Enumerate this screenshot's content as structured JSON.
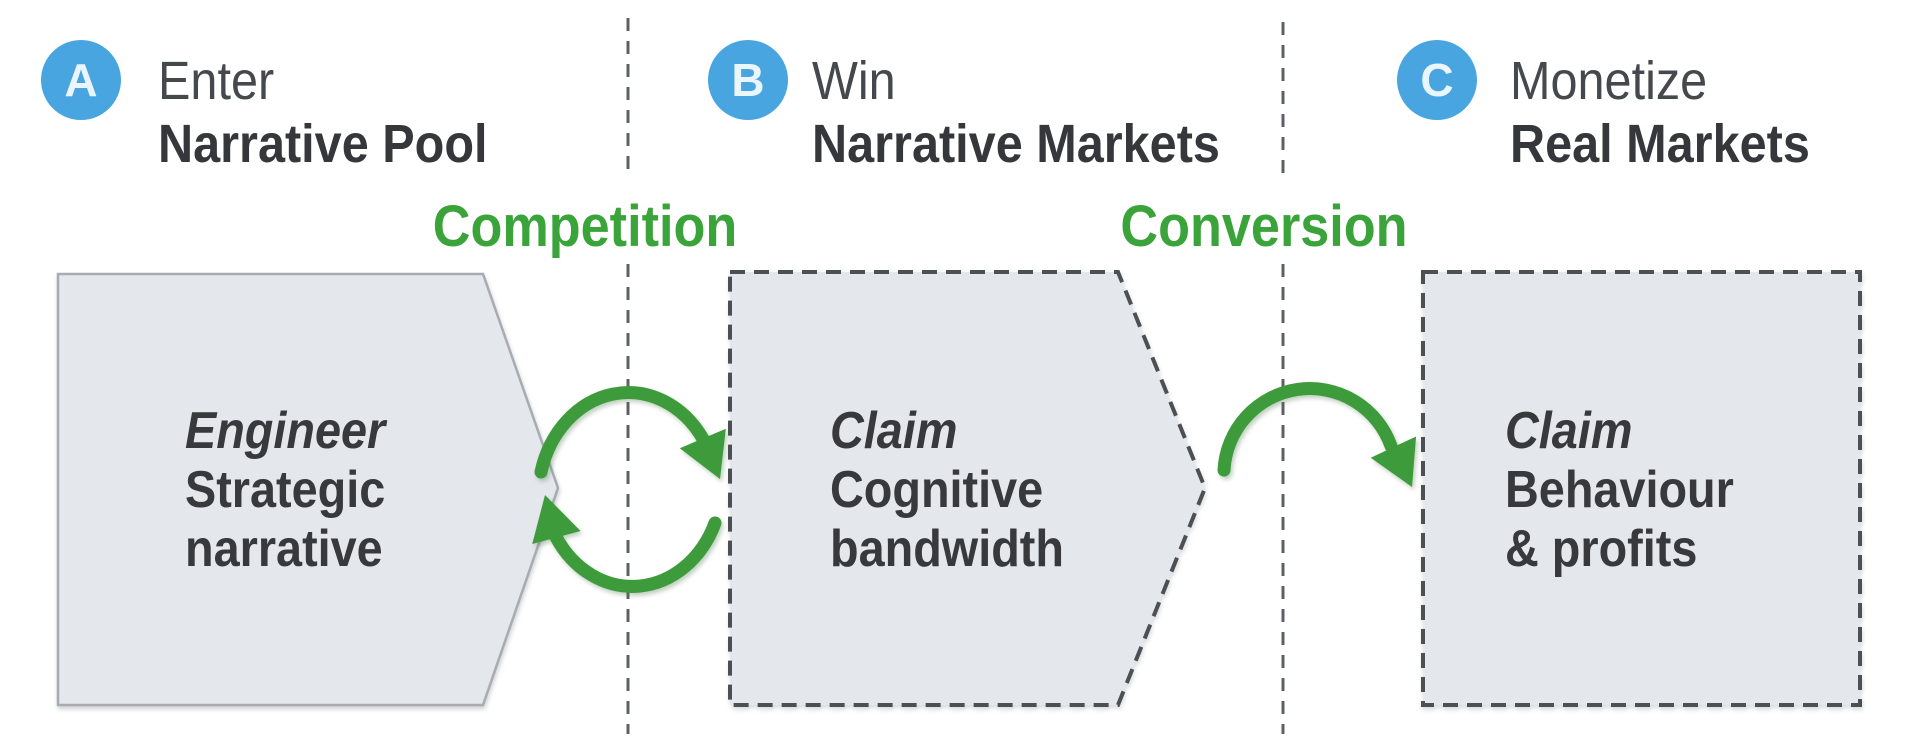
{
  "sections": [
    {
      "badge": "A",
      "title_line1": "Enter",
      "title_line2": "Narrative Pool",
      "box": {
        "line1": "Engineer",
        "line2": "Strategic",
        "line3": "narrative"
      }
    },
    {
      "badge": "B",
      "title_line1": "Win",
      "title_line2": "Narrative Markets",
      "box": {
        "line1": "Claim",
        "line2": "Cognitive",
        "line3": "bandwidth"
      }
    },
    {
      "badge": "C",
      "title_line1": "Monetize",
      "title_line2": "Real Markets",
      "box": {
        "line1": "Claim",
        "line2": "Behaviour",
        "line3": "& profits"
      }
    }
  ],
  "labels": {
    "competition": "Competition",
    "conversion": "Conversion"
  },
  "icons": {
    "cycle_arrows": "cycle-arrows-icon",
    "curved_arrow": "curved-arrow-icon"
  },
  "colors": {
    "green_arrow": "#3e9b3c",
    "green_text": "#3aa33a",
    "badge_blue": "#48a5e0",
    "box_fill": "#e4e8ec",
    "solid_border": "#a6acb2",
    "dashed_border": "#4b5054",
    "divider_gray": "#5d6165",
    "text_dark": "#37393d"
  }
}
